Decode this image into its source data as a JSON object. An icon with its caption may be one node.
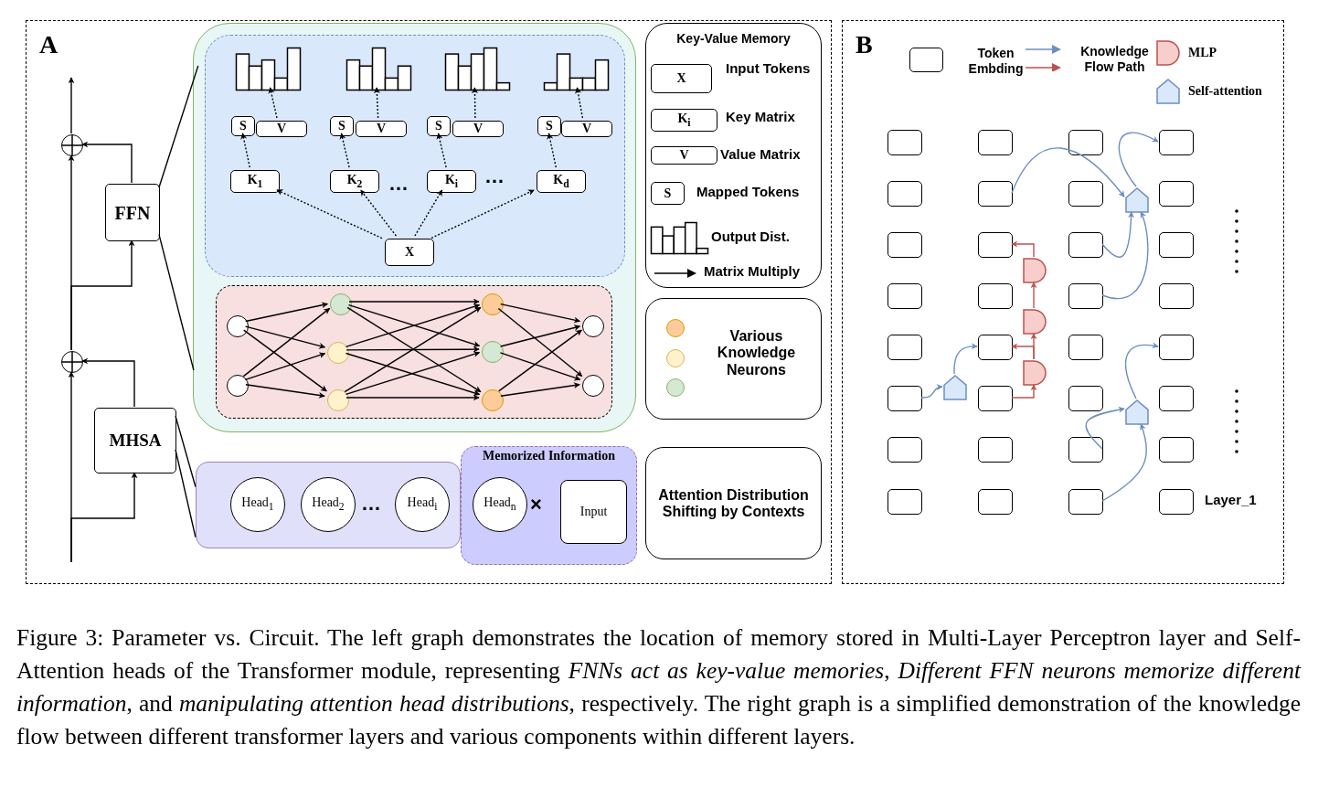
{
  "diagram": {
    "caption": "Figure 3: Parameter vs. Circuit. The left graph demonstrates the location of memory stored in Multi-Layer Perceptron layer and Self-Attention heads of the Transformer module, representing *FNNs act as key-value memories*, *Different FFN neurons memorize different information*, and *manipulating attention head distributions*, respectively. The right graph is a simplified demonstration of the knowledge flow between different transformer layers and various components within different layers.",
    "nodes": [
      {
        "text": [
          "A"
        ]
      },
      {
        "text": [],
        "shape": "circle",
        "in": 0
      },
      {
        "text": [],
        "shape": "circle",
        "in": 0
      },
      {
        "text": [
          "FFN"
        ],
        "in": 0
      },
      {
        "text": [
          "MHSA"
        ],
        "in": 0
      },
      {
        "text": [],
        "shape": "box",
        "in": 0
      },
      {
        "text": [],
        "shape": "box",
        "in": 5
      },
      {
        "text": [],
        "shape": "bar",
        "in": 6
      },
      {
        "text": [],
        "shape": "bar",
        "in": 6
      },
      {
        "text": [],
        "shape": "bar",
        "in": 6
      },
      {
        "text": [],
        "shape": "bar",
        "in": 6
      },
      {
        "text": [
          "S"
        ],
        "in": 6
      },
      {
        "text": [
          "V"
        ],
        "in": 6
      },
      {
        "text": [
          "S"
        ],
        "in": 6
      },
      {
        "text": [
          "V"
        ],
        "in": 6
      },
      {
        "text": [
          "S"
        ],
        "in": 6
      },
      {
        "text": [
          "V"
        ],
        "in": 6
      },
      {
        "text": [
          "S"
        ],
        "in": 6
      },
      {
        "text": [
          "V"
        ],
        "in": 6
      },
      {
        "text": [
          "K$_{1}$"
        ],
        "in": 6
      },
      {
        "text": [
          "K$_{2}$"
        ],
        "in": 6
      },
      {
        "text": [
          "K$_{i}$"
        ],
        "in": 6
      },
      {
        "text": [
          "K$_{d}$"
        ],
        "in": 6
      },
      {
        "text": [
          "X"
        ],
        "in": 6
      },
      {
        "text": [],
        "shape": "box",
        "in": 5
      },
      {
        "text": [],
        "shape": "circle",
        "in": 24
      },
      {
        "text": [],
        "shape": "circle",
        "in": 24
      },
      {
        "text": [],
        "shape": "circle",
        "in": 24
      },
      {
        "text": [],
        "shape": "circle",
        "in": 24
      },
      {
        "text": [],
        "shape": "circle",
        "in": 24
      },
      {
        "text": [],
        "shape": "circle",
        "in": 24
      },
      {
        "text": [],
        "shape": "circle",
        "in": 24
      },
      {
        "text": [],
        "shape": "circle",
        "in": 24
      },
      {
        "text": [],
        "shape": "circle",
        "in": 24
      },
      {
        "text": [],
        "shape": "circle",
        "in": 24
      },
      {
        "text": [],
        "shape": "box",
        "in": 0
      },
      {
        "text": [
          "Head$_{1}$"
        ],
        "in": 35
      },
      {
        "text": [
          "Head$_{2}$"
        ],
        "in": 35
      },
      {
        "text": [
          "Head$_{i}$"
        ],
        "in": 35
      },
      {
        "text": [
          "Memorized Information"
        ],
        "in": 0
      },
      {
        "text": [
          "Head$_{n}$"
        ],
        "in": 39
      },
      {
        "text": [
          "Input"
        ],
        "in": 39
      },
      {
        "text": [
          "Key-Value Memory"
        ],
        "in": 0
      },
      {
        "text": [
          "X"
        ],
        "beside": [
          "Input Tokens"
        ],
        "in": 42
      },
      {
        "text": [
          "K$_{i}$"
        ],
        "beside": [
          "Key Matrix"
        ],
        "in": 42
      },
      {
        "text": [
          "V"
        ],
        "beside": [
          "Value Matrix"
        ],
        "in": 42
      },
      {
        "text": [
          "S"
        ],
        "beside": [
          "Mapped Tokens"
        ],
        "in": 42
      },
      {
        "text": [],
        "shape": "bar",
        "beside": [
          "Output Dist."
        ],
        "in": 42
      },
      {
        "text": [
          "Matrix Multiply"
        ],
        "in": 42
      },
      {
        "text": [
          "Various Knowledge Neurons"
        ],
        "in": 0
      },
      {
        "text": [],
        "shape": "circle",
        "in": 49
      },
      {
        "text": [],
        "shape": "circle",
        "in": 49
      },
      {
        "text": [],
        "shape": "circle",
        "in": 49
      },
      {
        "text": [
          "Attention Distribution Shifting by Contexts"
        ],
        "in": 0
      },
      {
        "text": [
          "B"
        ]
      },
      {
        "text": [],
        "shape": "box",
        "in": 54
      },
      {
        "text": [],
        "shape": "box",
        "in": 54
      },
      {
        "text": [],
        "shape": "box",
        "in": 54
      },
      {
        "text": [],
        "shape": "box",
        "in": 54
      },
      {
        "text": [],
        "shape": "box",
        "in": 54
      },
      {
        "text": [],
        "shape": "box",
        "in": 54
      },
      {
        "text": [],
        "shape": "box",
        "in": 54
      },
      {
        "text": [],
        "shape": "box",
        "in": 54
      },
      {
        "text": [],
        "shape": "box",
        "in": 54
      },
      {
        "text": [],
        "shape": "box",
        "in": 54
      },
      {
        "text": [],
        "shape": "box",
        "in": 54
      },
      {
        "text": [],
        "shape": "box",
        "in": 54
      },
      {
        "text": [],
        "shape": "box",
        "in": 54
      },
      {
        "text": [],
        "shape": "box",
        "in": 54
      },
      {
        "text": [],
        "shape": "box",
        "in": 54
      },
      {
        "text": [],
        "shape": "box",
        "in": 54
      },
      {
        "text": [],
        "shape": "box",
        "in": 54
      },
      {
        "text": [],
        "shape": "box",
        "in": 54
      },
      {
        "text": [],
        "shape": "box",
        "in": 54
      },
      {
        "text": [],
        "shape": "box",
        "in": 54
      },
      {
        "text": [],
        "shape": "box",
        "in": 54
      },
      {
        "text": [],
        "shape": "box",
        "in": 54
      },
      {
        "text": [],
        "shape": "box",
        "in": 54
      },
      {
        "text": [],
        "shape": "box",
        "in": 54
      },
      {
        "text": [],
        "shape": "box",
        "in": 54
      },
      {
        "text": [],
        "shape": "box",
        "in": 54
      },
      {
        "text": [],
        "shape": "box",
        "in": 54
      },
      {
        "text": [],
        "shape": "box",
        "in": 54
      },
      {
        "text": [],
        "shape": "box",
        "in": 54
      },
      {
        "text": [],
        "shape": "box",
        "in": 54
      },
      {
        "text": [],
        "shape": "box",
        "in": 54
      },
      {
        "text": [],
        "shape": "box",
        "in": 54
      },
      {
        "text": [],
        "shape": "pentagon",
        "in": 54
      },
      {
        "text": [],
        "shape": "semicircle",
        "in": 54
      },
      {
        "text": [],
        "shape": "semicircle",
        "in": 54
      },
      {
        "text": [],
        "shape": "semicircle",
        "in": 54
      },
      {
        "text": [],
        "shape": "pentagon",
        "in": 54
      },
      {
        "text": [],
        "shape": "pentagon",
        "in": 54
      }
    ],
    "edges": [
      {
        "from": null,
        "to": 4,
        "arrow": "to"
      },
      {
        "from": null,
        "to": 2,
        "arrow": "to"
      },
      {
        "from": 4,
        "to": 2,
        "arrow": "to"
      },
      {
        "from": 2,
        "to": 3,
        "arrow": "to"
      },
      {
        "from": 2,
        "to": 1,
        "arrow": "to"
      },
      {
        "from": 3,
        "to": 1,
        "arrow": "to"
      },
      {
        "from": 1,
        "to": null,
        "arrow": "to"
      },
      {
        "from": 3,
        "to": 5,
        "arrow": "none"
      },
      {
        "from": 3,
        "to": 5,
        "arrow": "none"
      },
      {
        "from": 4,
        "to": 35,
        "arrow": "none"
      },
      {
        "from": 4,
        "to": 35,
        "arrow": "none"
      },
      {
        "from": 23,
        "to": 19,
        "arrow": "to",
        "style": "dashed"
      },
      {
        "from": 23,
        "to": 20,
        "arrow": "to",
        "style": "dashed"
      },
      {
        "from": 23,
        "to": 21,
        "arrow": "to",
        "style": "dashed"
      },
      {
        "from": 23,
        "to": 22,
        "arrow": "to",
        "style": "dashed"
      },
      {
        "from": 19,
        "to": 11,
        "arrow": "to",
        "style": "dashed"
      },
      {
        "from": 20,
        "to": 13,
        "arrow": "to",
        "style": "dashed"
      },
      {
        "from": 21,
        "to": 15,
        "arrow": "to",
        "style": "dashed"
      },
      {
        "from": 22,
        "to": 17,
        "arrow": "to",
        "style": "dashed"
      },
      {
        "from": 12,
        "to": 7,
        "arrow": "to",
        "style": "dashed"
      },
      {
        "from": 14,
        "to": 8,
        "arrow": "to",
        "style": "dashed"
      },
      {
        "from": 16,
        "to": 9,
        "arrow": "to",
        "style": "dashed"
      },
      {
        "from": 18,
        "to": 10,
        "arrow": "to",
        "style": "dashed"
      },
      {
        "from": 25,
        "to": 27,
        "arrow": "to"
      },
      {
        "from": 25,
        "to": 28,
        "arrow": "to"
      },
      {
        "from": 25,
        "to": 29,
        "arrow": "to"
      },
      {
        "from": 26,
        "to": 27,
        "arrow": "to"
      },
      {
        "from": 26,
        "to": 28,
        "arrow": "to"
      },
      {
        "from": 26,
        "to": 29,
        "arrow": "to"
      },
      {
        "from": 27,
        "to": 30,
        "arrow": "to"
      },
      {
        "from": 27,
        "to": 31,
        "arrow": "to"
      },
      {
        "from": 27,
        "to": 32,
        "arrow": "to"
      },
      {
        "from": 28,
        "to": 30,
        "arrow": "to"
      },
      {
        "from": 28,
        "to": 31,
        "arrow": "to"
      },
      {
        "from": 28,
        "to": 32,
        "arrow": "to"
      },
      {
        "from": 29,
        "to": 30,
        "arrow": "to"
      },
      {
        "from": 29,
        "to": 31,
        "arrow": "to"
      },
      {
        "from": 29,
        "to": 32,
        "arrow": "to"
      },
      {
        "from": 30,
        "to": 33,
        "arrow": "to"
      },
      {
        "from": 30,
        "to": 34,
        "arrow": "to"
      },
      {
        "from": 31,
        "to": 33,
        "arrow": "to"
      },
      {
        "from": 31,
        "to": 34,
        "arrow": "to"
      },
      {
        "from": 32,
        "to": 33,
        "arrow": "to"
      },
      {
        "from": 32,
        "to": 34,
        "arrow": "to"
      },
      {
        "from": 60,
        "to": 87,
        "arrow": "to",
        "color": "#6c8ebf"
      },
      {
        "from": 87,
        "to": 58,
        "arrow": "to",
        "color": "#6c8ebf"
      },
      {
        "from": 65,
        "to": 87,
        "arrow": "to",
        "color": "#6c8ebf"
      },
      {
        "from": 69,
        "to": 87,
        "arrow": "to",
        "color": "#6c8ebf"
      },
      {
        "from": 75,
        "to": 91,
        "arrow": "to",
        "color": "#6c8ebf"
      },
      {
        "from": 91,
        "to": 72,
        "arrow": "to",
        "color": "#6c8ebf"
      },
      {
        "from": 81,
        "to": 92,
        "arrow": "to",
        "color": "#6c8ebf"
      },
      {
        "from": 85,
        "to": 92,
        "arrow": "to",
        "color": "#6c8ebf"
      },
      {
        "from": 92,
        "to": 74,
        "arrow": "to",
        "color": "#6c8ebf"
      },
      {
        "from": 76,
        "to": 90,
        "arrow": "to",
        "color": "#b85450"
      },
      {
        "from": 90,
        "to": 72,
        "arrow": "to",
        "color": "#b85450"
      },
      {
        "from": 90,
        "to": 89,
        "arrow": "to",
        "color": "#b85450"
      },
      {
        "from": 89,
        "to": 88,
        "arrow": "to",
        "color": "#b85450"
      },
      {
        "from": 88,
        "to": 64,
        "arrow": "to",
        "color": "#b85450"
      }
    ],
    "labels": [
      "…",
      "…",
      "…",
      "×",
      "Layer_1"
    ],
    "legend": [
      {
        "text": "Token Embding"
      },
      {
        "text": "Knowledge Flow Path"
      },
      {
        "text": "MLP",
        "color": "#f8cecc"
      },
      {
        "text": "Self-attention",
        "color": "#dae8fc"
      }
    ]
  }
}
